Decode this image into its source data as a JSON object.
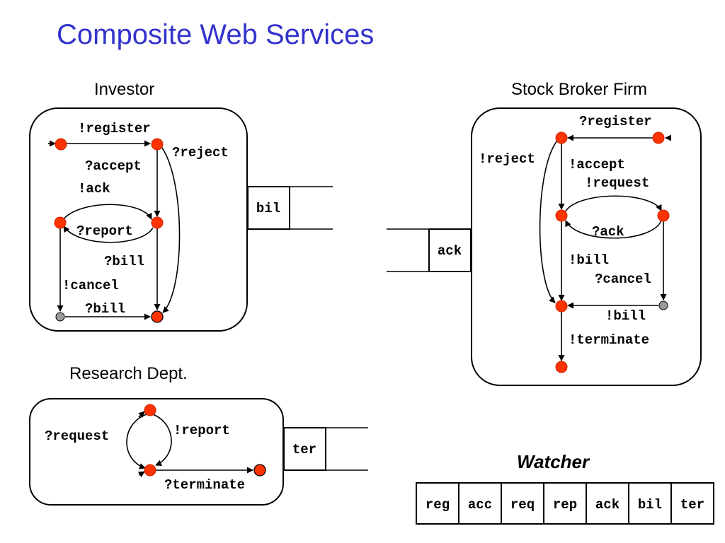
{
  "title": "Composite Web Services",
  "colors": {
    "title": "#3333cc",
    "state": "#ff3300",
    "final_state": "#999999"
  },
  "investor": {
    "heading": "Investor",
    "labels": {
      "register": "!register",
      "reject": "?reject",
      "accept": "?accept",
      "ack": "!ack",
      "report": "?report",
      "bill1": "?bill",
      "cancel": "!cancel",
      "bill2": "?bill"
    },
    "queue_label": "bil"
  },
  "broker": {
    "heading": "Stock Broker Firm",
    "labels": {
      "register": "?register",
      "reject": "!reject",
      "accept": "!accept",
      "request": "!request",
      "ack": "?ack",
      "bill1": "!bill",
      "cancel": "?cancel",
      "bill2": "!bill",
      "terminate": "!terminate"
    },
    "queue_label": "ack"
  },
  "research": {
    "heading": "Research Dept.",
    "labels": {
      "request": "?request",
      "report": "!report",
      "terminate": "?terminate"
    },
    "queue_label": "ter"
  },
  "watcher": {
    "heading": "Watcher",
    "cells": [
      "reg",
      "acc",
      "req",
      "rep",
      "ack",
      "bil",
      "ter"
    ]
  }
}
